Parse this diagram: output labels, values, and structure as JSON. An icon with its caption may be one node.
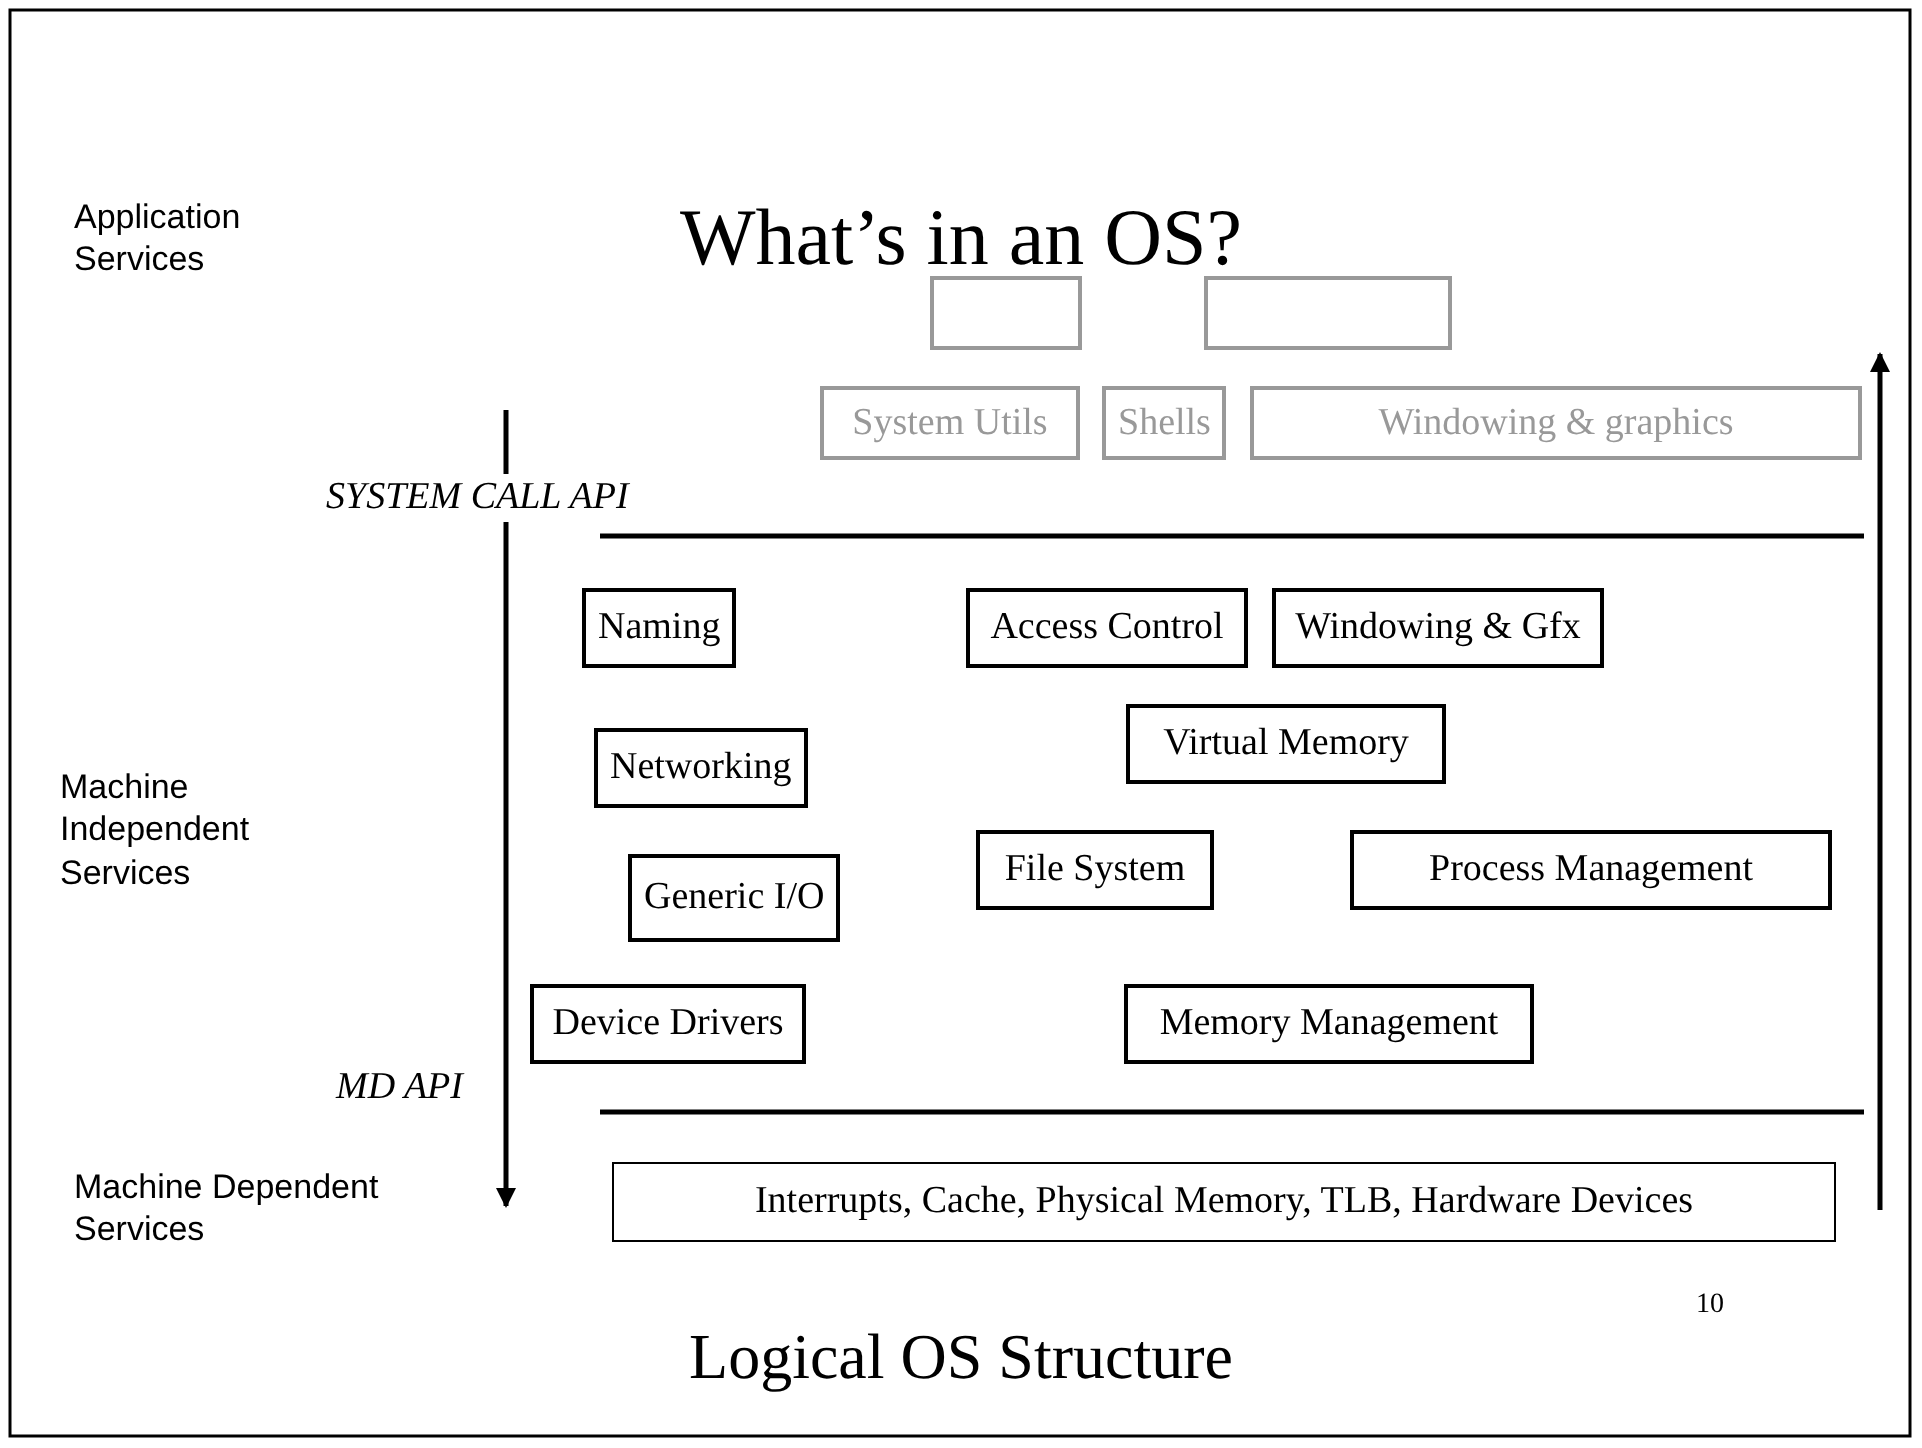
{
  "diagram": {
    "title": "What’s in an OS?",
    "caption": "Logical OS Structure",
    "nodes": [
      {
        "text": [],
        "shape": "box"
      },
      {
        "text": [],
        "shape": "box"
      },
      {
        "text": [
          "System Utils"
        ]
      },
      {
        "text": [
          "Shells"
        ]
      },
      {
        "text": [
          "Windowing & graphics"
        ]
      },
      {
        "text": [
          "Naming"
        ]
      },
      {
        "text": [
          "Access Control"
        ]
      },
      {
        "text": [
          "Windowing & Gfx"
        ]
      },
      {
        "text": [
          "Networking"
        ]
      },
      {
        "text": [
          "Virtual Memory"
        ]
      },
      {
        "text": [
          "Generic I/O"
        ]
      },
      {
        "text": [
          "File System"
        ]
      },
      {
        "text": [
          "Process Management"
        ]
      },
      {
        "text": [
          "Device Drivers"
        ]
      },
      {
        "text": [
          "Memory Management"
        ]
      },
      {
        "text": [
          "Interrupts, Cache, Physical Memory, TLB, Hardware Devices"
        ]
      }
    ],
    "labels": [
      "Application Services",
      "SYSTEM CALL API",
      "Machine Independent Services",
      "MD API",
      "Machine Dependent Services",
      "10"
    ]
  }
}
